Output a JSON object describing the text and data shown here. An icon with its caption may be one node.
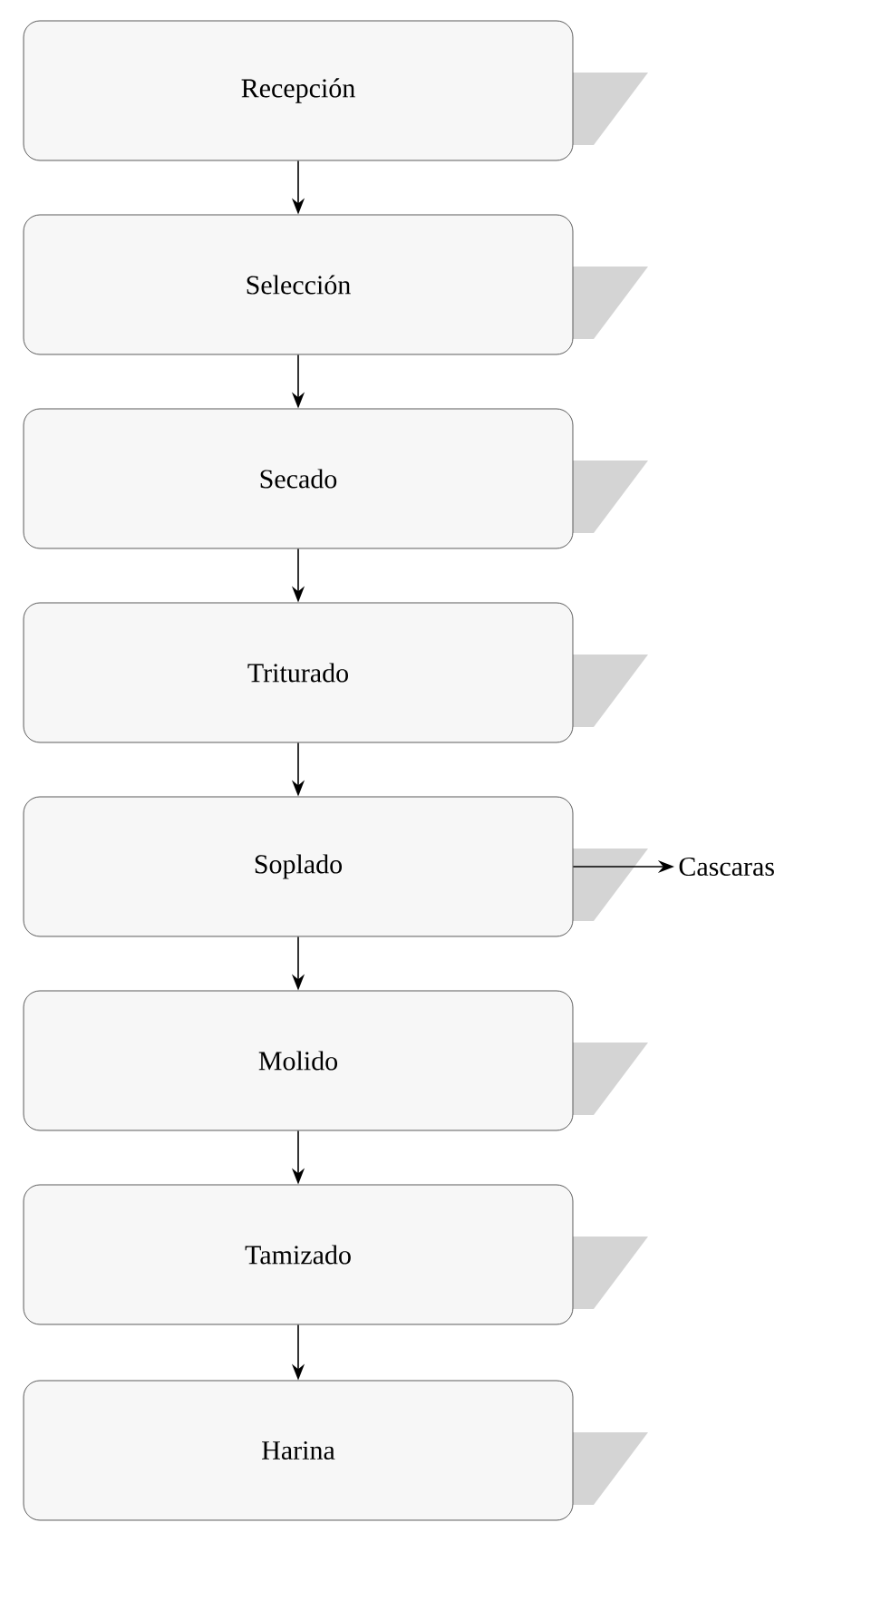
{
  "diagram": {
    "nodes": [
      {
        "text": [
          "Recepción"
        ]
      },
      {
        "text": [
          "Selección"
        ]
      },
      {
        "text": [
          "Secado"
        ]
      },
      {
        "text": [
          "Triturado"
        ]
      },
      {
        "text": [
          "Soplado"
        ]
      },
      {
        "text": [
          "Molido"
        ]
      },
      {
        "text": [
          "Tamizado"
        ]
      },
      {
        "text": [
          "Harina"
        ]
      },
      {
        "text": [
          "Cascaras"
        ]
      }
    ],
    "edges": [
      {
        "from": 0,
        "to": 1,
        "arrow": "to"
      },
      {
        "from": 1,
        "to": 2,
        "arrow": "to"
      },
      {
        "from": 2,
        "to": 3,
        "arrow": "to"
      },
      {
        "from": 3,
        "to": 4,
        "arrow": "to"
      },
      {
        "from": 4,
        "to": 5,
        "arrow": "to"
      },
      {
        "from": 5,
        "to": 6,
        "arrow": "to"
      },
      {
        "from": 6,
        "to": 7,
        "arrow": "to"
      },
      {
        "from": 4,
        "to": 8,
        "arrow": "to"
      }
    ]
  }
}
